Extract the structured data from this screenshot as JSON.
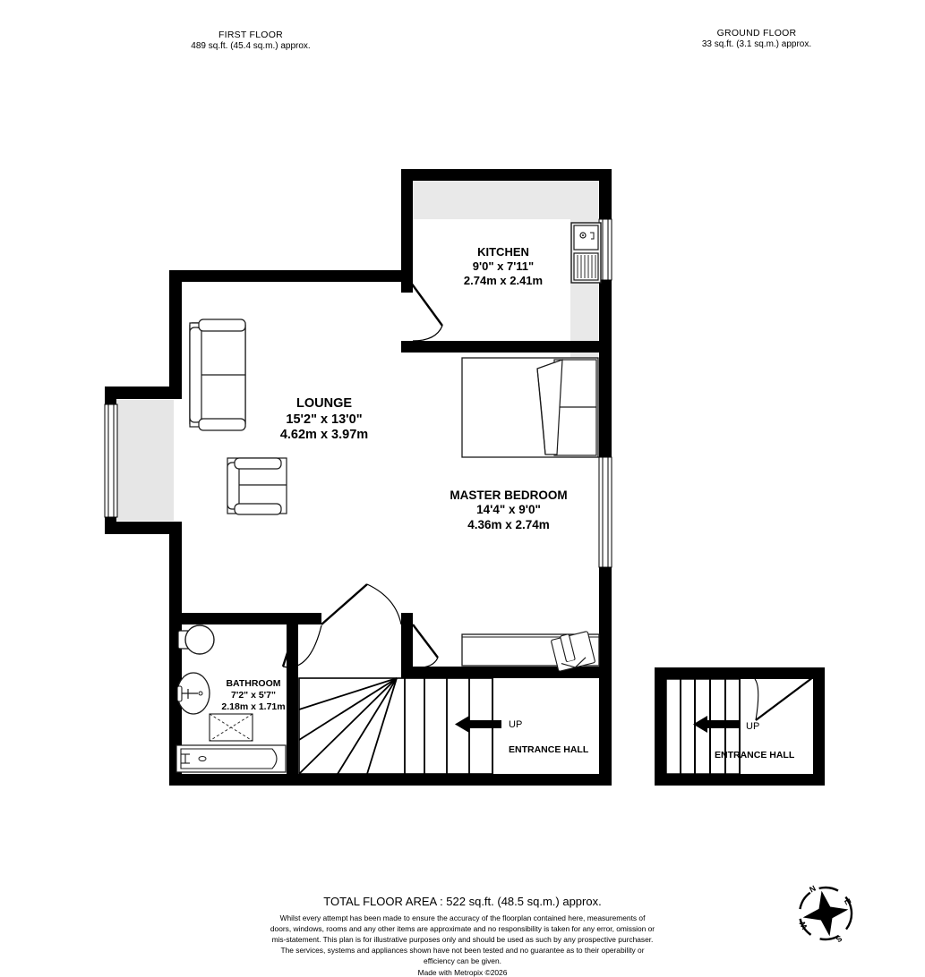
{
  "document": {
    "type": "floorplan",
    "provider": "Metropix",
    "made_with": "Made with Metropix ©2026"
  },
  "floors": [
    {
      "id": "first-floor",
      "name": "FIRST FLOOR",
      "area": "489 sq.ft. (45.4 sq.m.) approx."
    },
    {
      "id": "ground-floor",
      "name": "GROUND FLOOR",
      "area": "33 sq.ft. (3.1 sq.m.) approx."
    }
  ],
  "rooms": [
    {
      "id": "kitchen",
      "name": "KITCHEN",
      "imperial": "9'0\"  x 7'11\"",
      "metric": "2.74m  x 2.41m",
      "floor": "first-floor"
    },
    {
      "id": "lounge",
      "name": "LOUNGE",
      "imperial": "15'2\"  x 13'0\"",
      "metric": "4.62m  x 3.97m",
      "floor": "first-floor"
    },
    {
      "id": "master-bedroom",
      "name": "MASTER BEDROOM",
      "imperial": "14'4\"  x 9'0\"",
      "metric": "4.36m  x 2.74m",
      "floor": "first-floor"
    },
    {
      "id": "bathroom",
      "name": "BATHROOM",
      "imperial": "7'2\"  x 5'7\"",
      "metric": "2.18m  x 1.71m",
      "floor": "first-floor"
    }
  ],
  "halls": {
    "first_floor": {
      "name": "ENTRANCE HALL",
      "stair_direction": "UP"
    },
    "ground_floor": {
      "name": "ENTRANCE HALL",
      "stair_direction": "UP"
    }
  },
  "footer": {
    "total_area": "TOTAL FLOOR AREA : 522 sq.ft. (48.5 sq.m.) approx.",
    "disclaimer": "Whilst every attempt has been made to ensure the accuracy of the floorplan contained here, measurements of doors, windows, rooms and any other items are approximate and no responsibility is taken for any error, omission or mis-statement. This plan is for illustrative purposes only and should be used as such by any prospective purchaser. The services, systems and appliances shown have not been tested and no guarantee as to their operability or efficiency can be given.",
    "made_with": "Made with Metropix ©2026"
  },
  "compass": {
    "north": "N",
    "east": "E",
    "south": "S",
    "west": "W",
    "rotation_deg": -28
  },
  "colors": {
    "wall": "#000000",
    "floor_fill": "#ffffff",
    "shaded_fill": "#e6e6e6",
    "furniture_stroke": "#1a1a1a",
    "text": "#000000",
    "background": "#ffffff"
  },
  "fixtures": [
    {
      "id": "kitchen-sink",
      "label": "sink-with-drainer",
      "room": "kitchen"
    },
    {
      "id": "lounge-sofa",
      "label": "three-seat-sofa",
      "room": "lounge"
    },
    {
      "id": "lounge-armchair",
      "label": "armchair",
      "room": "lounge"
    },
    {
      "id": "bedroom-bed",
      "label": "double-bed",
      "room": "master-bedroom"
    },
    {
      "id": "bedroom-desk",
      "label": "desk-with-chair",
      "room": "master-bedroom"
    },
    {
      "id": "bathroom-toilet",
      "label": "toilet",
      "room": "bathroom"
    },
    {
      "id": "bathroom-basin",
      "label": "wash-basin",
      "room": "bathroom"
    },
    {
      "id": "bathroom-shower",
      "label": "shower-tray",
      "room": "bathroom"
    },
    {
      "id": "bathroom-bath",
      "label": "bath-tub",
      "room": "bathroom"
    },
    {
      "id": "ff-staircase",
      "label": "winder-staircase",
      "room": "entrance-hall-first"
    },
    {
      "id": "gf-staircase",
      "label": "straight-staircase",
      "room": "entrance-hall-ground"
    }
  ]
}
